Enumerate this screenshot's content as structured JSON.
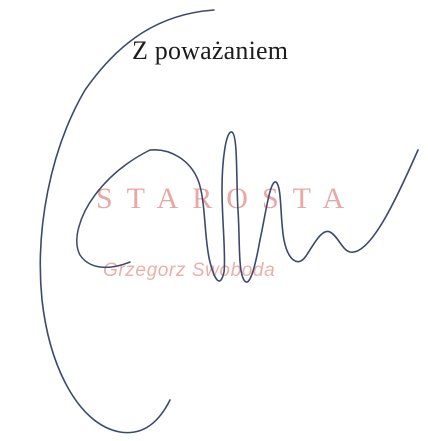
{
  "letter": {
    "closing": "Z poważaniem"
  },
  "stamp": {
    "title": "STAROSTA",
    "name": "Grzegorz Swoboda",
    "color": "#e8a9a5"
  },
  "signature": {
    "ink_color": "#3b4a6b"
  }
}
